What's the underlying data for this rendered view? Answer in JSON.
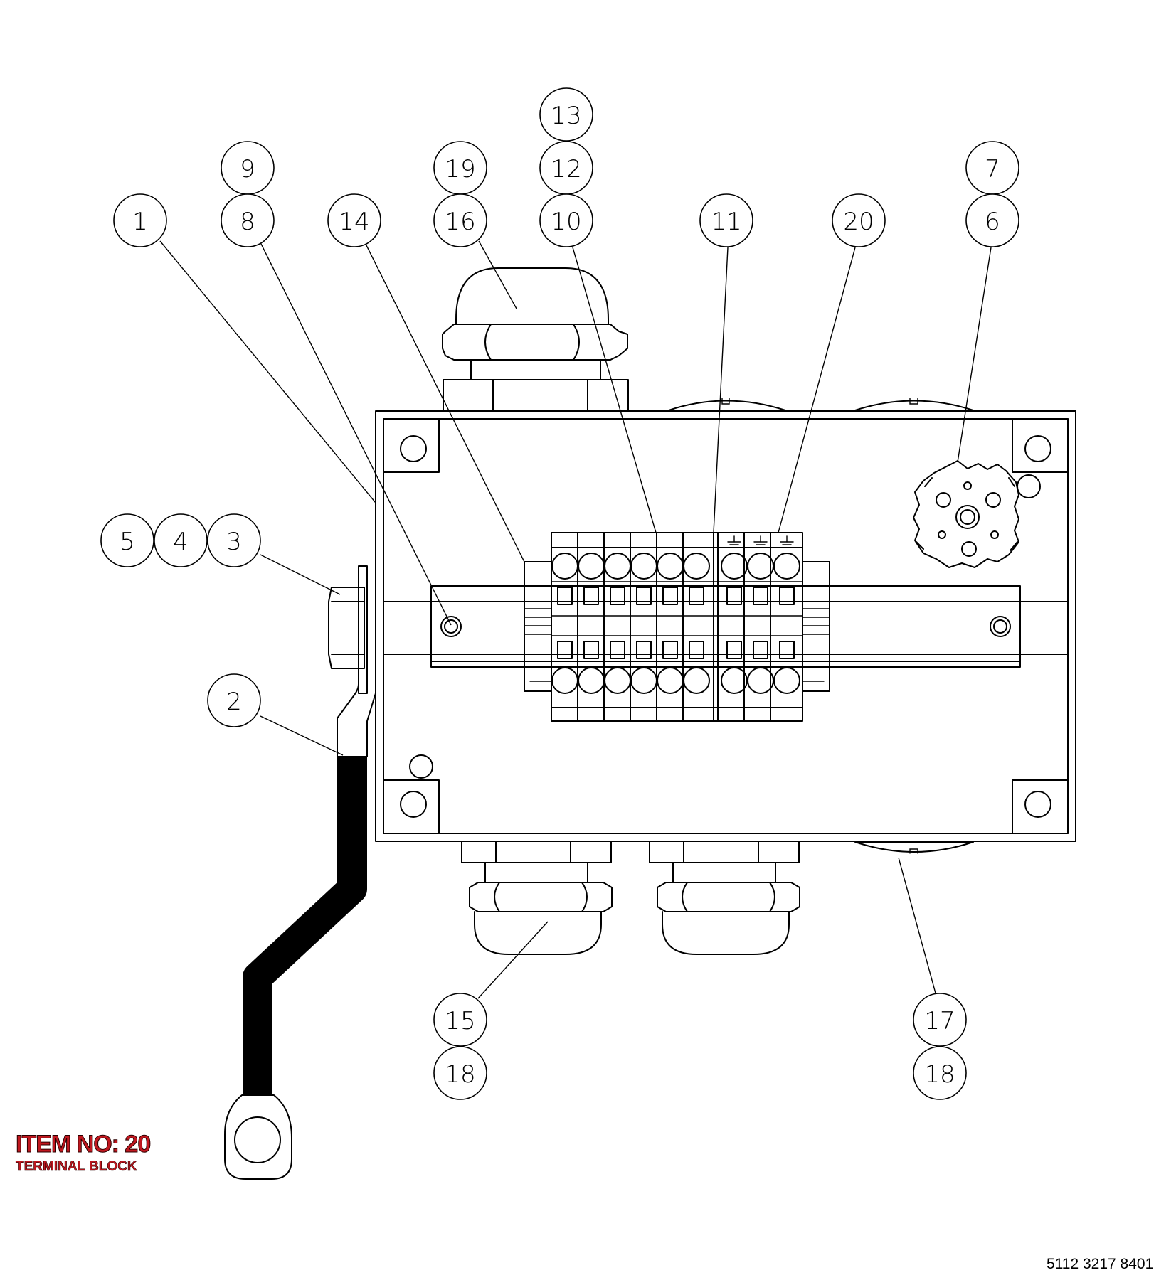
{
  "item_label": {
    "text": "ITEM NO: 20",
    "color": "#c0171f"
  },
  "item_description": "TERMINAL BLOCK",
  "document_number": "5112 3217 8401",
  "balloons": [
    {
      "key": "b1",
      "text": "1"
    },
    {
      "key": "b9",
      "text": "9"
    },
    {
      "key": "b8",
      "text": "8"
    },
    {
      "key": "b14",
      "text": "14"
    },
    {
      "key": "b19",
      "text": "19"
    },
    {
      "key": "b16",
      "text": "16"
    },
    {
      "key": "b13",
      "text": "13"
    },
    {
      "key": "b12",
      "text": "12"
    },
    {
      "key": "b10",
      "text": "10"
    },
    {
      "key": "b11",
      "text": "11"
    },
    {
      "key": "b20",
      "text": "20"
    },
    {
      "key": "b7",
      "text": "7"
    },
    {
      "key": "b6",
      "text": "6"
    },
    {
      "key": "b5",
      "text": "5"
    },
    {
      "key": "b4",
      "text": "4"
    },
    {
      "key": "b3",
      "text": "3"
    },
    {
      "key": "b2",
      "text": "2"
    },
    {
      "key": "b15",
      "text": "15"
    },
    {
      "key": "b18a",
      "text": "18"
    },
    {
      "key": "b17",
      "text": "17"
    },
    {
      "key": "b18b",
      "text": "18"
    }
  ]
}
